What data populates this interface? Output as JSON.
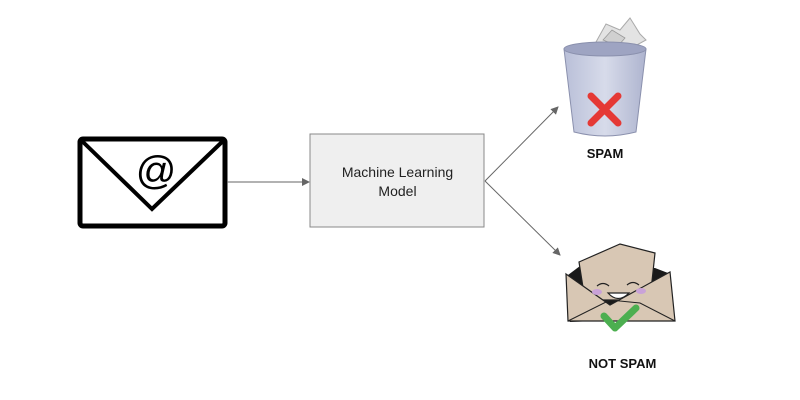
{
  "diagram": {
    "input": {
      "icon": "email-at-icon",
      "symbol": "@"
    },
    "model": {
      "line1": "Machine Learning",
      "line2": "Model"
    },
    "outputs": [
      {
        "label": "SPAM",
        "icon": "trash-can-with-red-x-icon"
      },
      {
        "label": "NOT SPAM",
        "icon": "happy-envelope-with-check-icon"
      }
    ],
    "colors": {
      "model_fill": "#efefef",
      "model_border": "#888888",
      "arrow": "#666666",
      "x_mark": "#e53935",
      "check_mark": "#4caf50",
      "envelope_fill": "#d8c7b4",
      "trash_fill": "#c9cde0"
    }
  }
}
